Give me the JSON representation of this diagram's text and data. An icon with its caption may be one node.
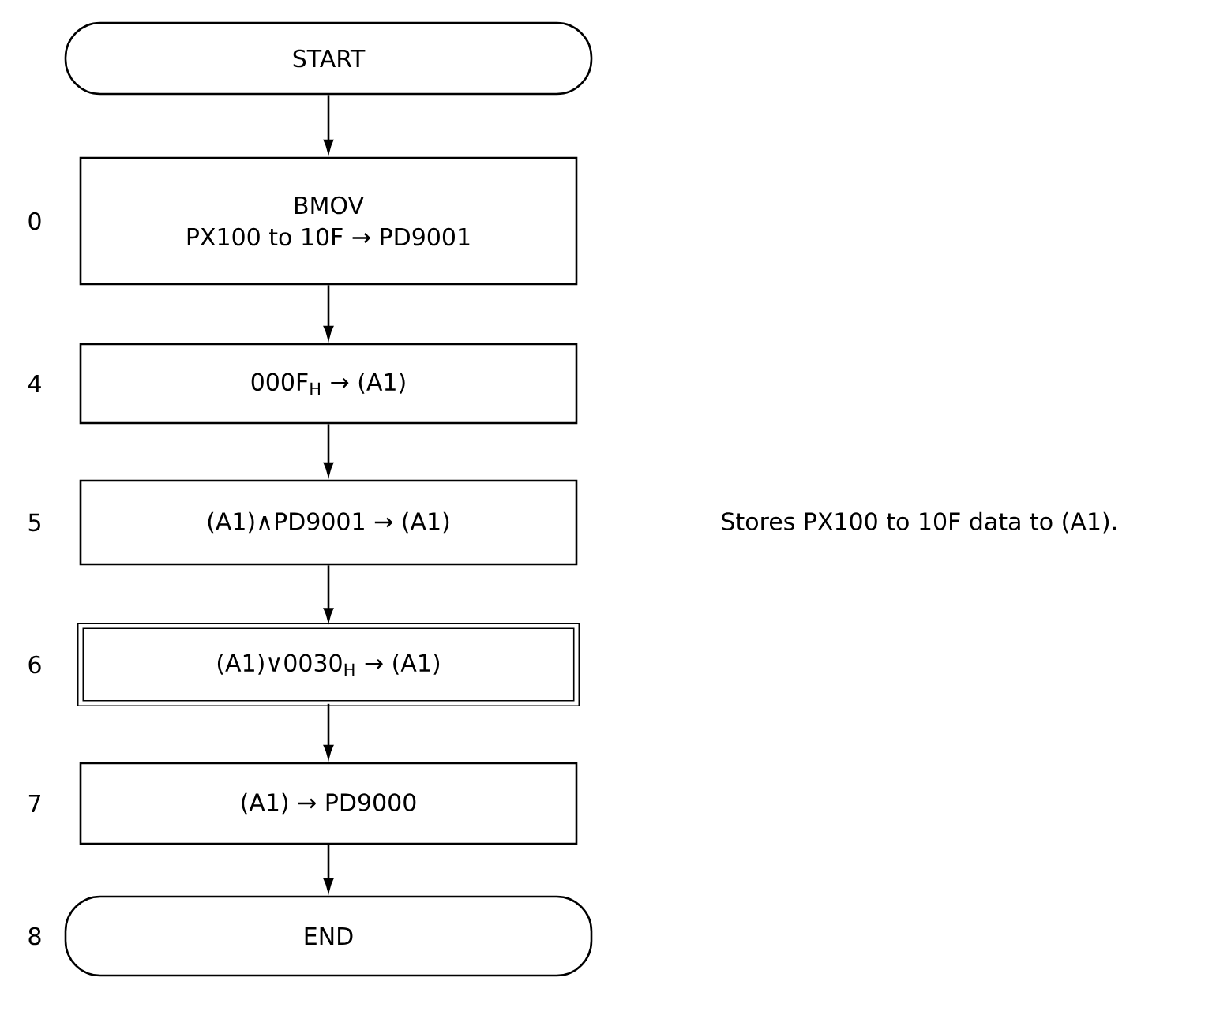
{
  "diagram": {
    "nodes": [
      {
        "text": [
          "START"
        ]
      },
      {
        "text": [
          "BMOV",
          "PX100 to 10F → PD9001"
        ],
        "beside": [
          "0"
        ]
      },
      {
        "text": [
          "000F$_{H}$ → (A1)"
        ],
        "beside": [
          "4"
        ]
      },
      {
        "text": [
          "(A1)∧PD9001 → (A1)"
        ],
        "beside": [
          "5"
        ]
      },
      {
        "text": [
          "(A1)∨0030$_{H}$ → (A1)"
        ],
        "beside": [
          "6"
        ]
      },
      {
        "text": [
          "(A1) → PD9000"
        ],
        "beside": [
          "7"
        ]
      },
      {
        "text": [
          "END"
        ],
        "beside": [
          "8"
        ]
      }
    ],
    "edges": [
      {
        "from": 0,
        "to": 1,
        "arrow": "to"
      },
      {
        "from": 1,
        "to": 2,
        "arrow": "to"
      },
      {
        "from": 2,
        "to": 3,
        "arrow": "to"
      },
      {
        "from": 3,
        "to": 4,
        "arrow": "to"
      },
      {
        "from": 4,
        "to": 5,
        "arrow": "to"
      },
      {
        "from": 5,
        "to": 6,
        "arrow": "to"
      }
    ],
    "labels": [
      "Stores PX100 to 10F data to (A1)."
    ]
  }
}
